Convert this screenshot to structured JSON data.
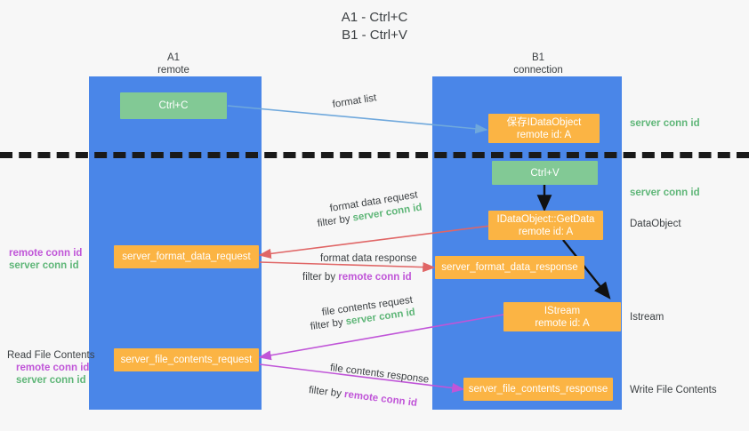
{
  "title": {
    "line1": "A1 - Ctrl+C",
    "line2": "B1 - Ctrl+V"
  },
  "columns": [
    {
      "name": "A1",
      "sub": "remote"
    },
    {
      "name": "B1",
      "sub": "connection"
    }
  ],
  "nodes": {
    "ctrl_c": {
      "label": "Ctrl+C"
    },
    "save_dataobject": {
      "line1": "保存IDataObject",
      "line2": "remote id: A"
    },
    "ctrl_v": {
      "label": "Ctrl+V"
    },
    "getdata": {
      "line1": "IDataObject::GetData",
      "line2": "remote id: A"
    },
    "istream": {
      "line1": "IStream",
      "line2": "remote id: A"
    },
    "server_format_data_request": {
      "label": "server_format_data_request"
    },
    "server_format_data_response": {
      "label": "server_format_data_response"
    },
    "server_file_contents_request": {
      "label": "server_file_contents_request"
    },
    "server_file_contents_response": {
      "label": "server_file_contents_response"
    }
  },
  "edge_labels": {
    "format_list": "format list",
    "format_data_request": "format data request",
    "format_data_request_filter_prefix": "filter by ",
    "format_data_request_filter_value": "server conn id",
    "format_data_response": "format data response",
    "format_data_response_filter_prefix": "filter by ",
    "format_data_response_filter_value": "remote conn id",
    "file_contents_request": "file contents request",
    "file_contents_request_filter_prefix": "filter by ",
    "file_contents_request_filter_value": "server conn id",
    "file_contents_response": "file contents response",
    "file_contents_response_filter_prefix": "filter by ",
    "file_contents_response_filter_value": "remote conn id"
  },
  "left_notes": {
    "format_ids": {
      "remote": "remote conn id",
      "server": "server conn id"
    },
    "read_file_contents": {
      "heading": "Read File Contents",
      "remote": "remote conn id",
      "server": "server conn id"
    }
  },
  "right_notes": {
    "server_conn_id_top": "server conn id",
    "server_conn_id_mid": "server conn id",
    "dataobject": "DataObject",
    "istream": "Istream",
    "write_file_contents": "Write File Contents"
  },
  "colors": {
    "lane": "#4a86e8",
    "green_node": "#82c995",
    "orange_node": "#fbb444",
    "green_text": "#5fb678",
    "purple_text": "#c055d8",
    "arrow_blue": "#6fa8dc",
    "arrow_red": "#e06666",
    "arrow_purple": "#c055d8",
    "arrow_black": "#000000",
    "background": "#f7f7f7"
  }
}
